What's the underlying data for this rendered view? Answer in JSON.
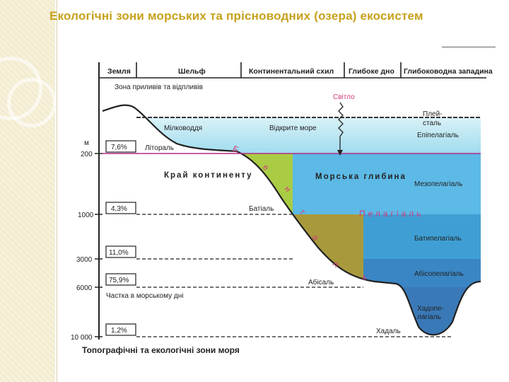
{
  "slide": {
    "title": "Екологічні зони морських та прісноводних (озера) екосистем"
  },
  "diagram": {
    "header_zones": [
      "Земля",
      "Шельф",
      "Континентальний схил",
      "Глибоке дно",
      "Глибоководна западина"
    ],
    "tide_zone": "Зона приливів та відпливів",
    "light": "Світло",
    "pleuston": [
      "Плей-",
      "сталь"
    ],
    "epipelagial": "Епіпелагіаль",
    "shallow_water": "Мілководдя",
    "open_sea": "Відкрите море",
    "littoral": "Літораль",
    "continent_edge": "Край континенту",
    "sea_depth": "Морська глибина",
    "mesopelagial": "Мезопелагіаль",
    "bathyal": "Батіаль",
    "pelagial": "Пелагіаль",
    "benthal_letters": [
      "Б",
      "е",
      "н",
      "т",
      "а",
      "л",
      "ь"
    ],
    "bathypelagial": "Батипелагіаль",
    "abyssopelagial": "Абісопелагіаль",
    "abyssal": "Абісаль",
    "hadopelagial": [
      "Хадопе-",
      "лагіаль"
    ],
    "hadal": "Хадаль",
    "unit": "м",
    "depths": [
      "200",
      "1000",
      "3000",
      "6000",
      "10 000"
    ],
    "percent_header": "Частка в морському дні",
    "percents": [
      "7,6%",
      "4,3%",
      "11,0%",
      "75,9%",
      "1,2%"
    ],
    "caption": "Топографічні та екологічні зони моря"
  }
}
